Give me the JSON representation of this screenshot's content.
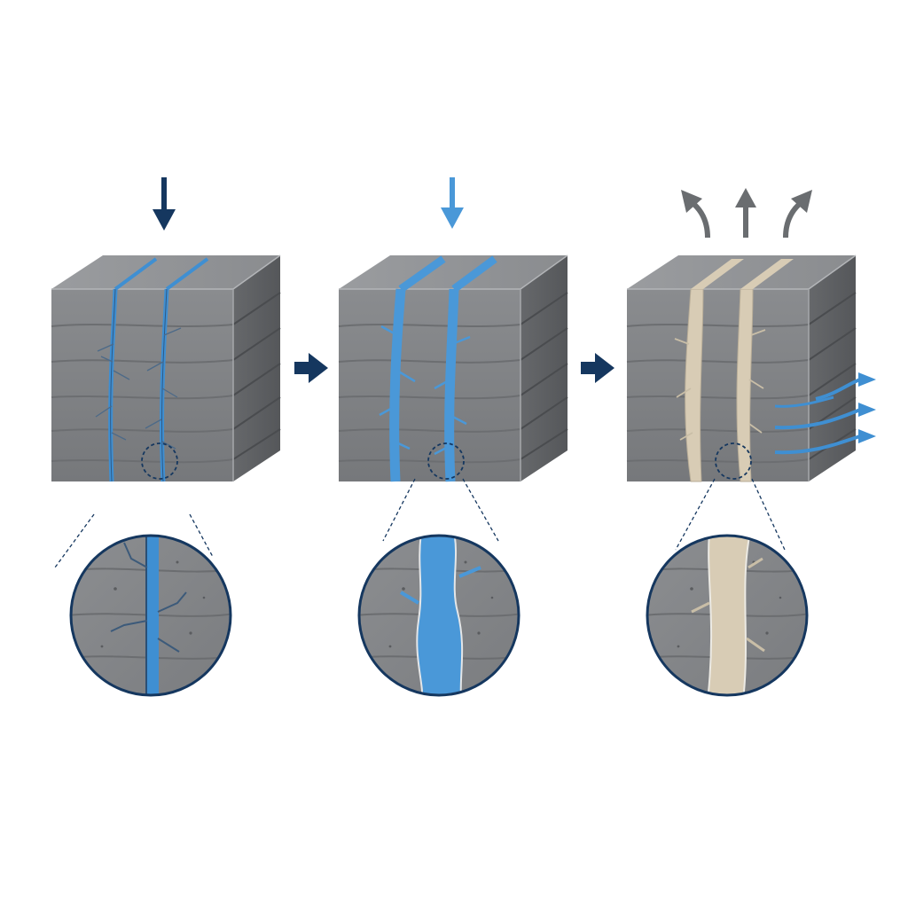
{
  "diagram": {
    "stages": [
      {
        "id": "stage-1",
        "fracture_fill": "narrow-fluid",
        "fill_color": "#3f8fd2",
        "input_arrow_color": "#15375f",
        "input_arrow_direction": "down"
      },
      {
        "id": "stage-2",
        "fracture_fill": "wide-fluid",
        "fill_color": "#4a98d8",
        "input_arrow_color": "#4a98d8",
        "input_arrow_direction": "down"
      },
      {
        "id": "stage-3",
        "fracture_fill": "proppant",
        "fill_color": "#d8ccb5",
        "output_arrows_up_color": "#6a6d70",
        "output_arrows_side_color": "#3f8fd2"
      }
    ],
    "flow_arrow_color": "#15375f",
    "rock_colors": {
      "top": "#8e9093",
      "front": "#7f8184",
      "side": "#5f6164"
    },
    "lens_border_color": "#15375f"
  }
}
